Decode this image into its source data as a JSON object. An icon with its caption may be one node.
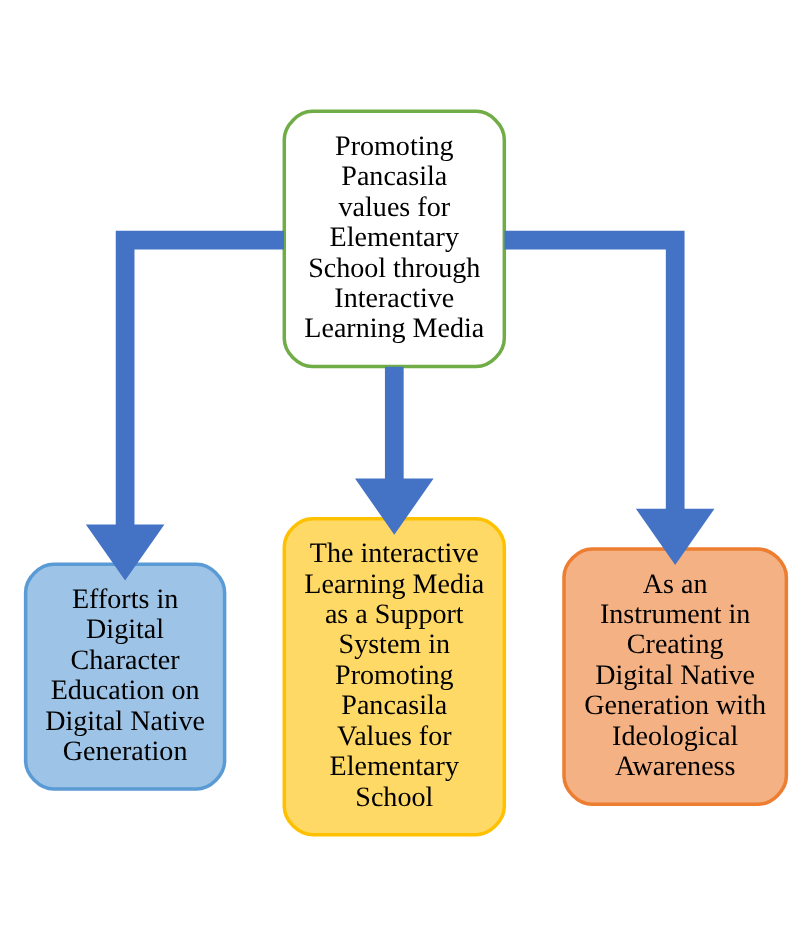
{
  "diagram": {
    "nodes": [
      {
        "text": [
          "Promoting Pancasila values for Elementary School through Interactive Learning Media"
        ]
      },
      {
        "text": [
          "Efforts in Digital Character Education on Digital Native Generation"
        ]
      },
      {
        "text": [
          "The interactive Learning Media as a Support System in Promoting Pancasila Values for Elementary School"
        ]
      },
      {
        "text": [
          "As an Instrument in Creating Digital Native Generation with Ideological Awareness"
        ]
      }
    ],
    "edges": [
      {
        "from": 0,
        "to": 1,
        "arrow": "to"
      },
      {
        "from": 0,
        "to": 2,
        "arrow": "to"
      },
      {
        "from": 0,
        "to": 3,
        "arrow": "to"
      }
    ]
  }
}
